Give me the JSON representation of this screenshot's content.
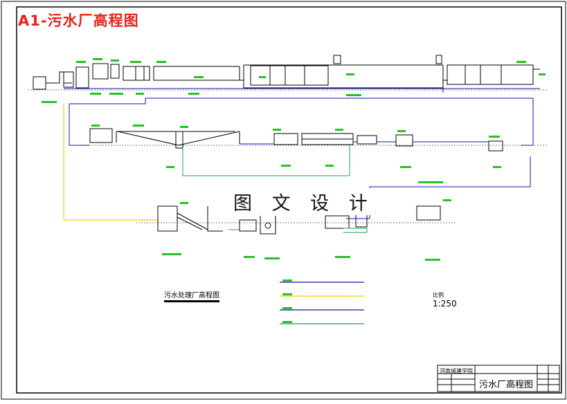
{
  "sheet_title": "A1-污水厂高程图",
  "watermark": "图 文 设 计",
  "drawing_caption": "污水处理厂高程图",
  "scale": {
    "label": "比例",
    "ratio": "1:250"
  },
  "title_block": {
    "school": "河南城建学院",
    "drawing_name": "污水厂高程图"
  },
  "colors": {
    "frame": "#000000",
    "structure": "#000000",
    "elevation_label": "#22c322",
    "sewage_line": "#1515a8",
    "sludge_line": "#e6d400",
    "return_line": "#16a05a",
    "title": "#e8221b"
  }
}
